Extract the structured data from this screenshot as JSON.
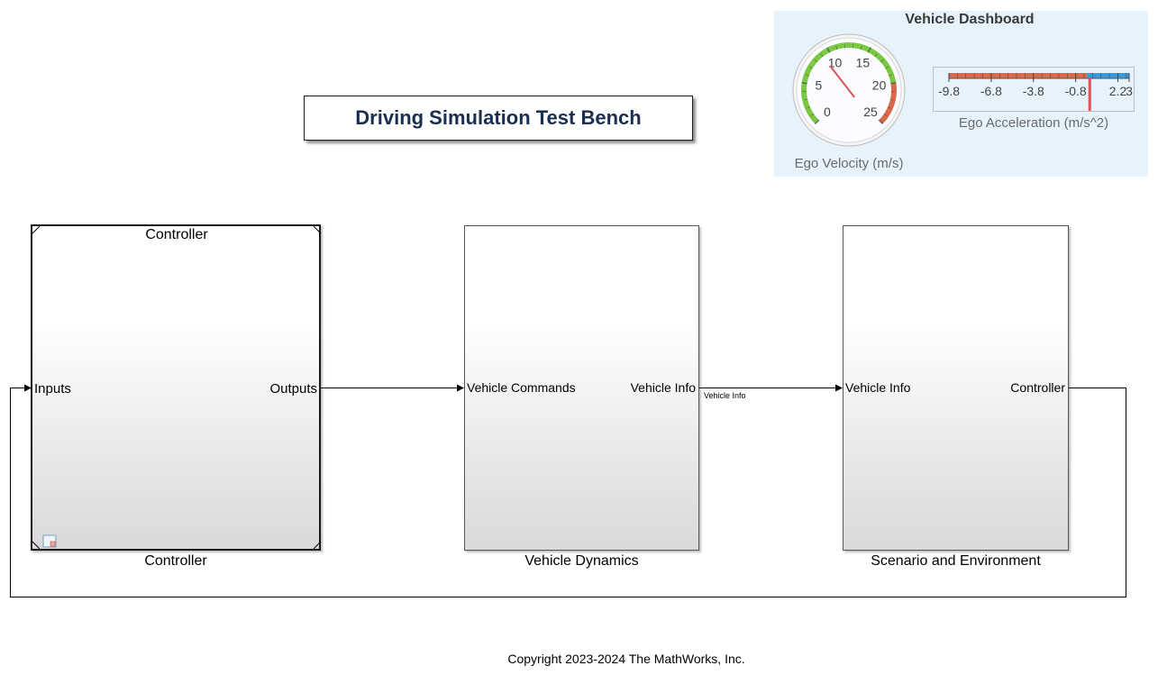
{
  "title": "Driving Simulation Test Bench",
  "dashboard": {
    "title": "Vehicle Dashboard",
    "gauge": {
      "label": "Ego Velocity (m/s)",
      "ticks": [
        "0",
        "5",
        "10",
        "15",
        "20",
        "25"
      ],
      "value": 9
    },
    "linear_gauge": {
      "label": "Ego Acceleration (m/s^2)",
      "ticks": [
        "-9.8",
        "-6.8",
        "-3.8",
        "-0.8",
        "2.2",
        "3"
      ],
      "value": 0.2
    }
  },
  "blocks": {
    "controller": {
      "title": "Controller",
      "name": "Controller",
      "in_port": "Inputs",
      "out_port": "Outputs"
    },
    "vehicle_dynamics": {
      "name": "Vehicle Dynamics",
      "in_port": "Vehicle Commands",
      "out_port": "Vehicle Info"
    },
    "scenario": {
      "name": "Scenario and Environment",
      "in_port": "Vehicle Info",
      "out_port": "Controller"
    }
  },
  "signals": {
    "vehicle_info_label": "Vehicle Info"
  },
  "copyright": "Copyright 2023-2024 The MathWorks, Inc.",
  "colors": {
    "gauge_green": "#7ac943",
    "gauge_red": "#d9694a",
    "needle": "#e0505a",
    "accel_red": "#d9694a",
    "accel_blue": "#3a9ad9",
    "banner_text": "#1a2e50"
  }
}
